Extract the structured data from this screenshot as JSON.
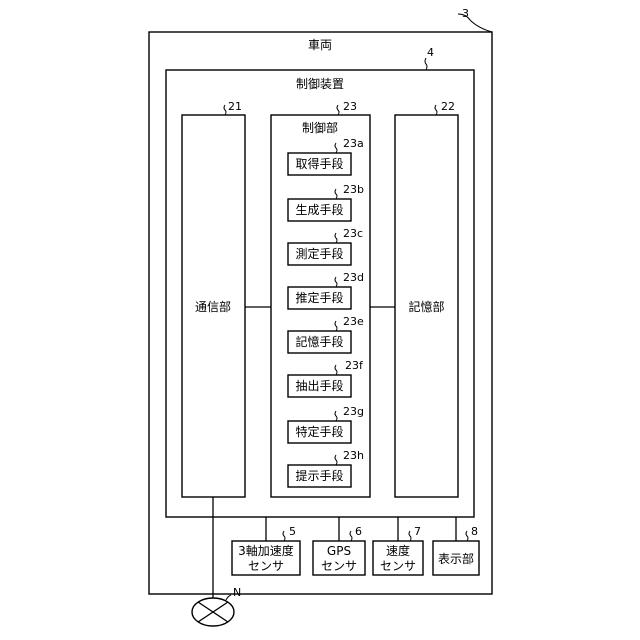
{
  "vehicle": {
    "label": "車両",
    "ref": "3"
  },
  "control_device": {
    "label": "制御装置",
    "ref": "4"
  },
  "comm_unit": {
    "label": "通信部",
    "ref": "21"
  },
  "control_unit": {
    "label": "制御部",
    "ref": "23",
    "means": [
      {
        "label": "取得手段",
        "ref": "23a"
      },
      {
        "label": "生成手段",
        "ref": "23b"
      },
      {
        "label": "測定手段",
        "ref": "23c"
      },
      {
        "label": "推定手段",
        "ref": "23d"
      },
      {
        "label": "記憶手段",
        "ref": "23e"
      },
      {
        "label": "抽出手段",
        "ref": "23f"
      },
      {
        "label": "特定手段",
        "ref": "23g"
      },
      {
        "label": "提示手段",
        "ref": "23h"
      }
    ]
  },
  "storage_unit": {
    "label": "記憶部",
    "ref": "22"
  },
  "sensors": [
    {
      "line1": "3軸加速度",
      "line2": "センサ",
      "ref": "5"
    },
    {
      "line1": "GPS",
      "line2": "センサ",
      "ref": "6"
    },
    {
      "line1": "速度",
      "line2": "センサ",
      "ref": "7"
    },
    {
      "line1": "表示部",
      "line2": "",
      "ref": "8"
    }
  ],
  "network": {
    "label": "N"
  }
}
